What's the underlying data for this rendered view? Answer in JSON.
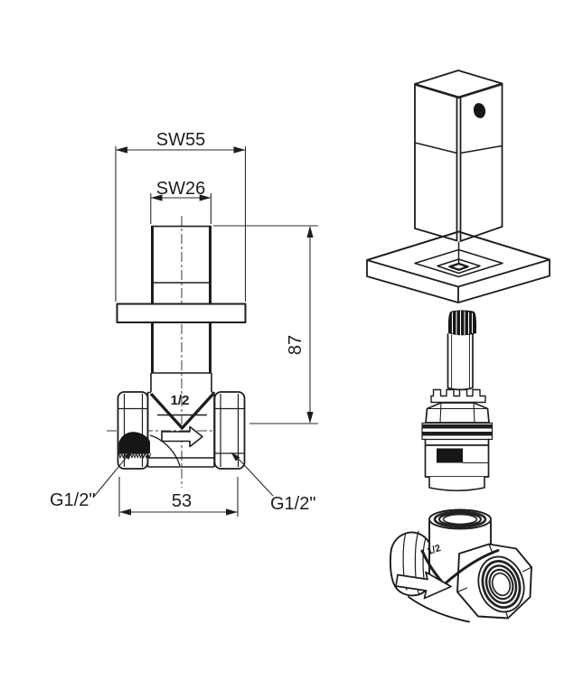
{
  "colors": {
    "background": "#ffffff",
    "line": "#1d1d1b",
    "fill_black": "#161615"
  },
  "front_view": {
    "dimensions": {
      "handle_width": "SW55",
      "stem_width": "SW26",
      "height": "87",
      "length": "53"
    },
    "labels": {
      "thread_left": "G1/2\"",
      "thread_right": "G1/2\"",
      "size_marking": "1/2"
    }
  },
  "exploded_view": {
    "labels": {
      "size_marking": "1/2"
    },
    "parts": [
      "handle",
      "escutcheon-plate",
      "headwork-cartridge",
      "valve-body"
    ]
  }
}
